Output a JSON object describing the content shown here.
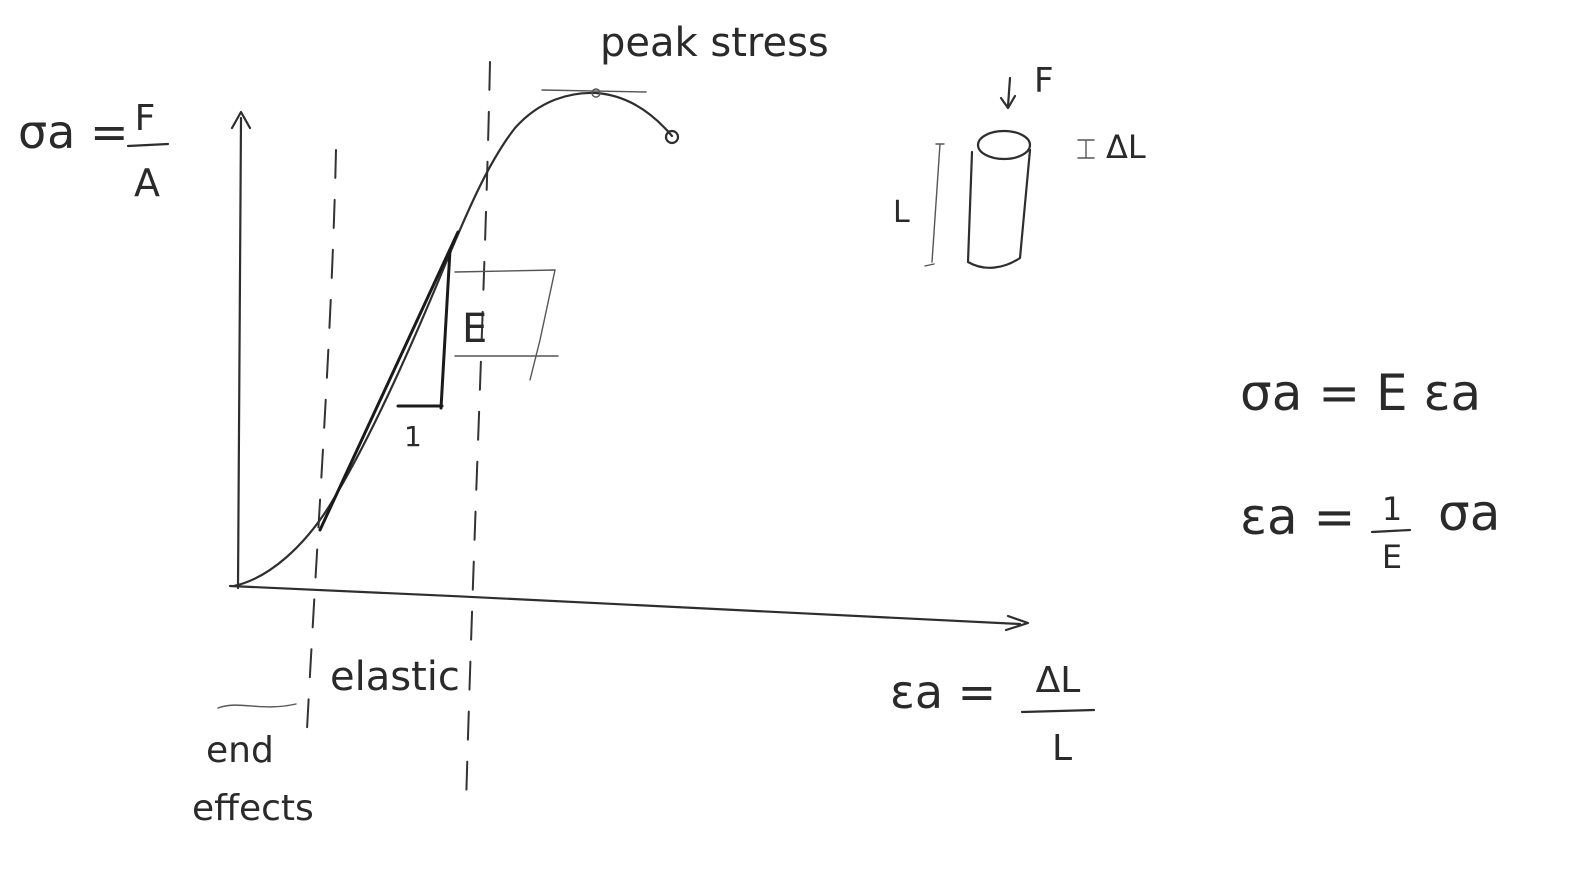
{
  "labels": {
    "peak_stress": "peak stress",
    "stress_def_lhs": "σa =",
    "stress_def_num": "F",
    "stress_def_den": "A",
    "strain_def_lhs": "εa =",
    "strain_def_num": "ΔL",
    "strain_def_den": "L",
    "modulus": "E",
    "slope_run": "1",
    "elastic": "elastic",
    "end_effects_line1": "end",
    "end_effects_line2": "effects",
    "force": "F",
    "specimen_length": "L",
    "delta_length": "ΔL",
    "hooke_law": "σa = E εa",
    "inverse_lhs": "εa =",
    "inverse_num": "1",
    "inverse_den": "E",
    "inverse_rhs": "σa"
  },
  "colors": {
    "ink": "#2a2a2a",
    "paper": "#ffffff"
  }
}
